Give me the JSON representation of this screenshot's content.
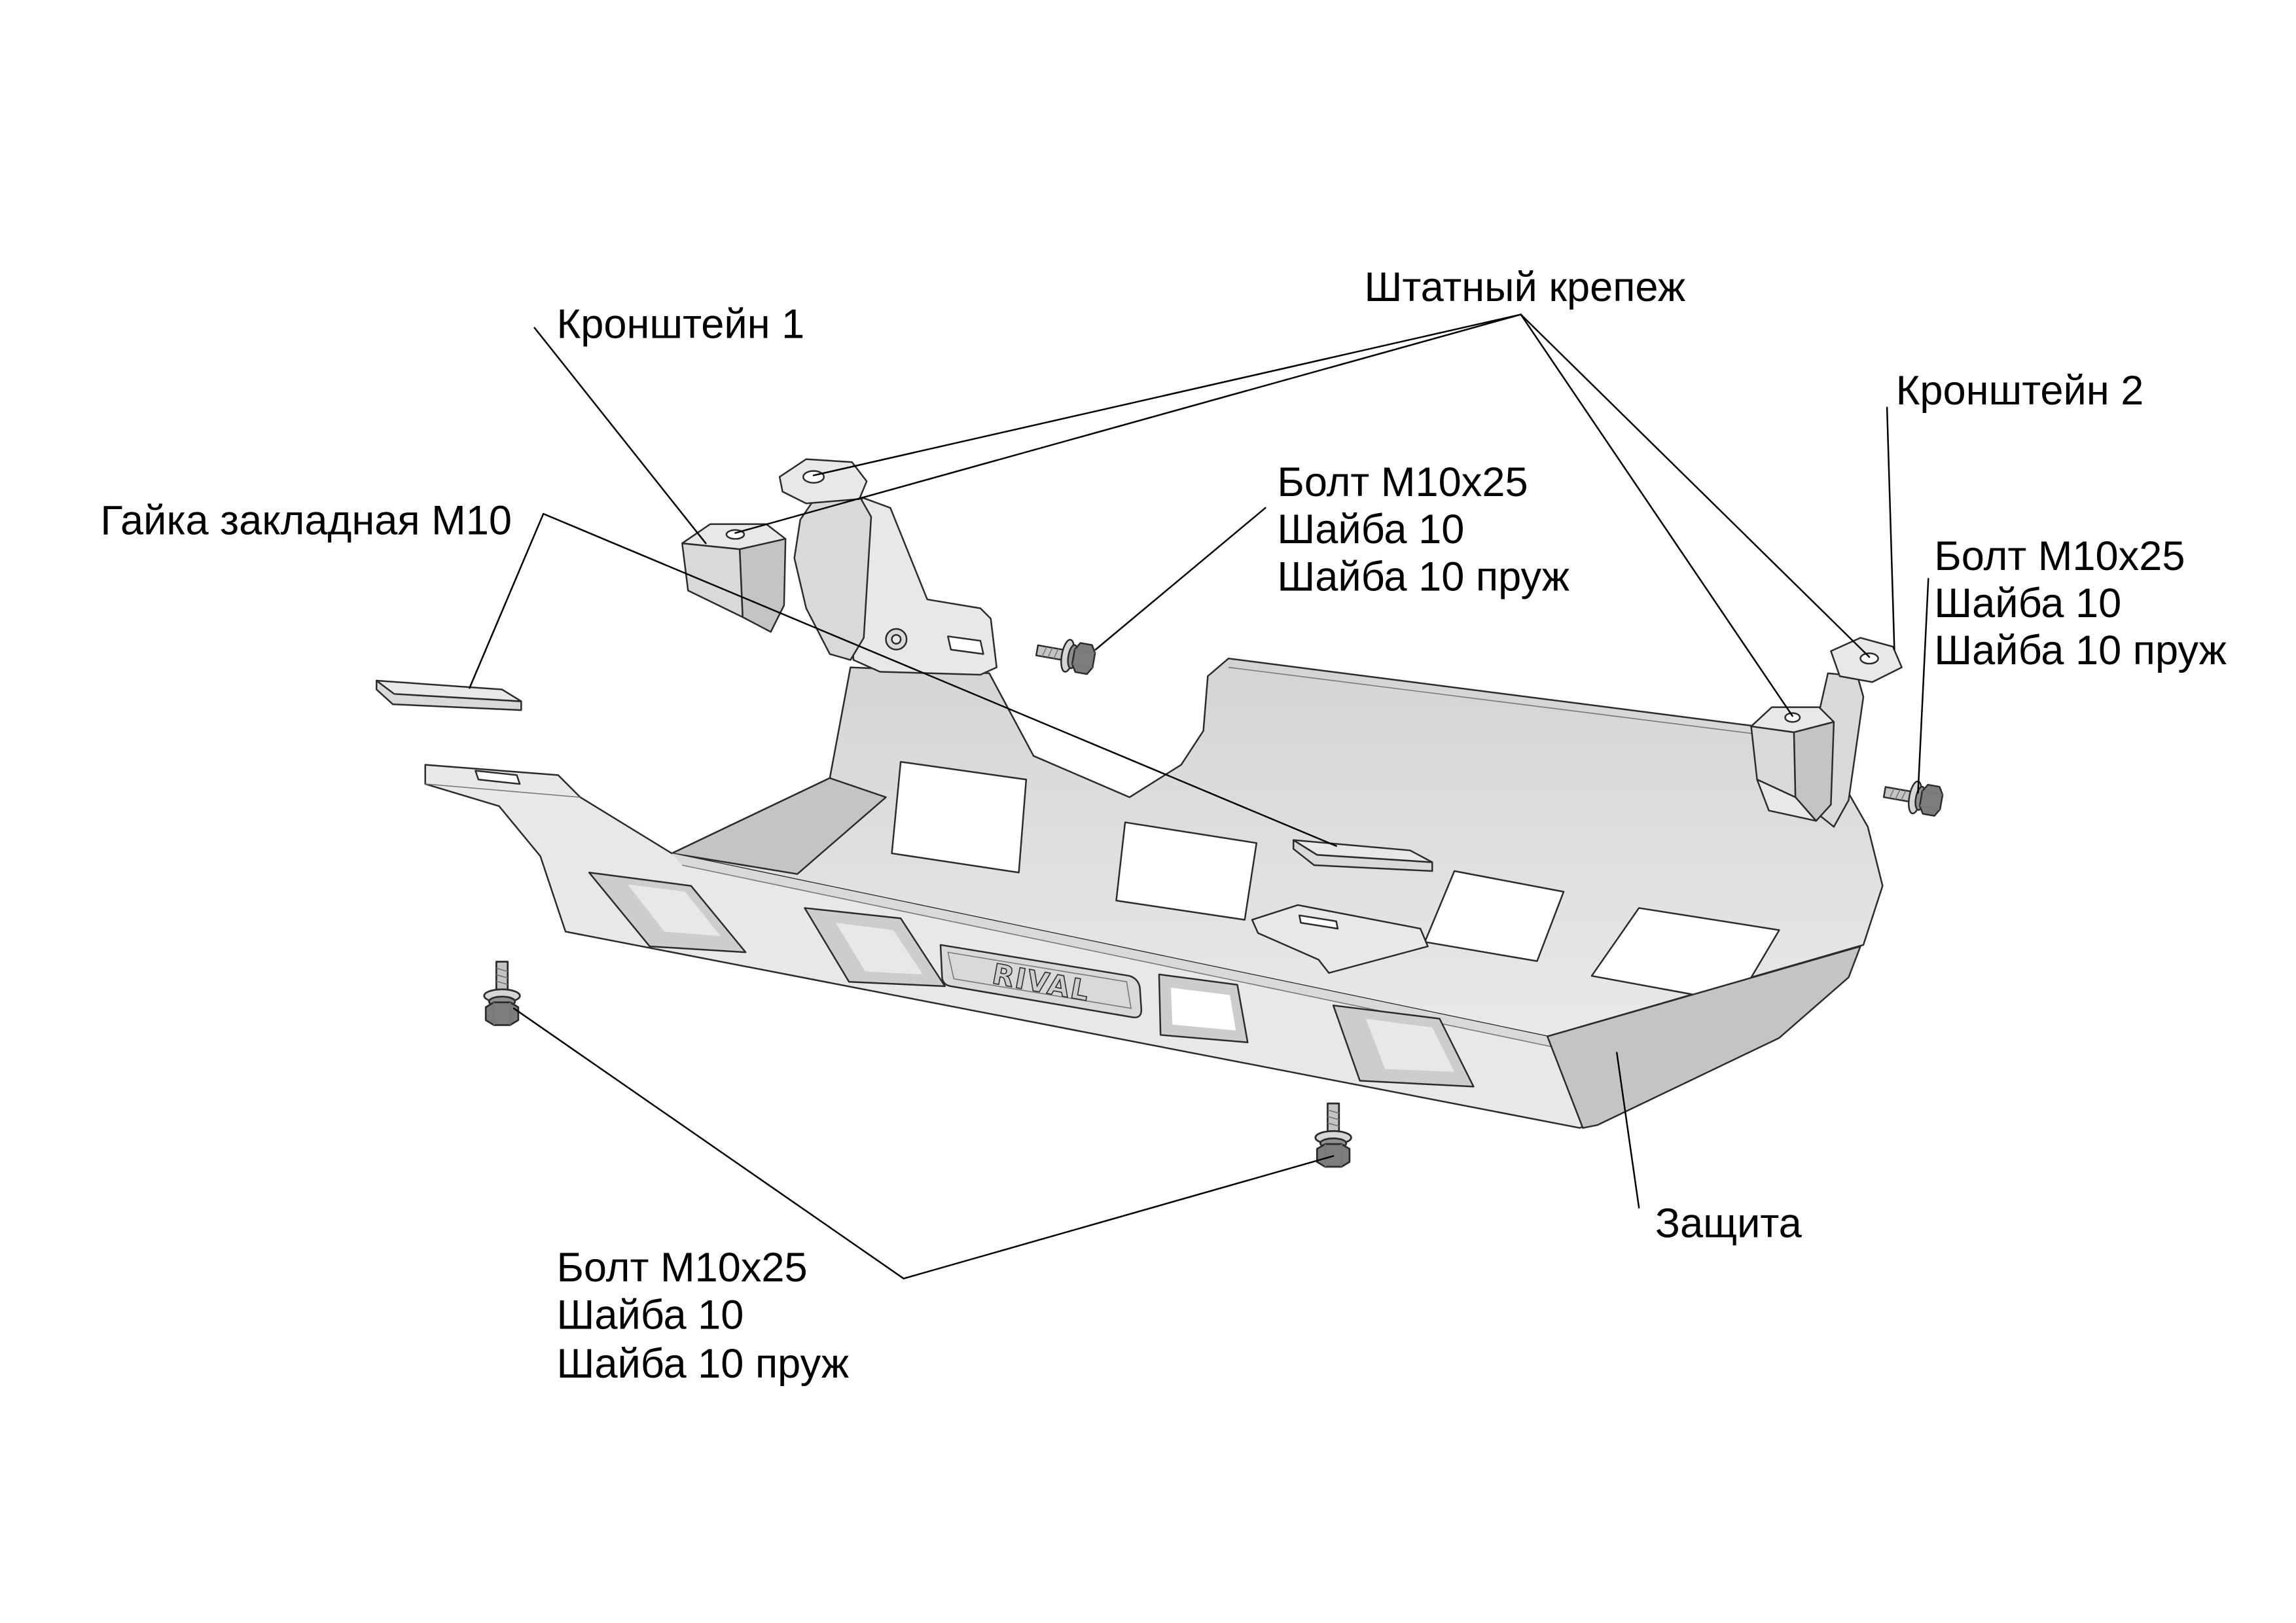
{
  "labels": {
    "bracket_1": "Кронштейн 1",
    "standard_fasteners": "Штатный крепеж",
    "bracket_2": "Кронштейн 2",
    "weld_nut": "Гайка закладная М10",
    "guard": "Защита",
    "fastener_set_top": [
      "Болт М10x25",
      "Шайба 10",
      "Шайба 10 пруж"
    ],
    "fastener_set_right": [
      "Болт М10x25",
      "Шайба 10",
      "Шайба 10 пруж"
    ],
    "fastener_set_bottom": [
      "Болт М10x25",
      "Шайба 10",
      "Шайба 10 пруж"
    ]
  },
  "logo_text": "RIVAL",
  "colors": {
    "background": "#ffffff",
    "text": "#000000",
    "leader": "#000000",
    "outline": "#2b2b2b",
    "plate": "#e8e8e8",
    "plate_mid": "#d9d9d9",
    "plate_dark": "#c4c4c4"
  }
}
